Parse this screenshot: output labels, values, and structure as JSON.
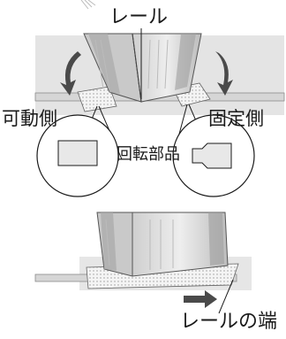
{
  "labels": {
    "rail": "レール",
    "movable_side": "可動側",
    "fixed_side": "固定側",
    "rotating_part": "回転部品",
    "rail_end": "レールの端"
  },
  "colors": {
    "line": "#1a1a1a",
    "arrow": "#444444",
    "cabinet_light": "#e6e6e6",
    "cabinet_mid": "#bdbdbd",
    "cabinet_dark": "#8a8a8a",
    "rail": "#7a7a7a",
    "floor": "#e3e3e3"
  }
}
